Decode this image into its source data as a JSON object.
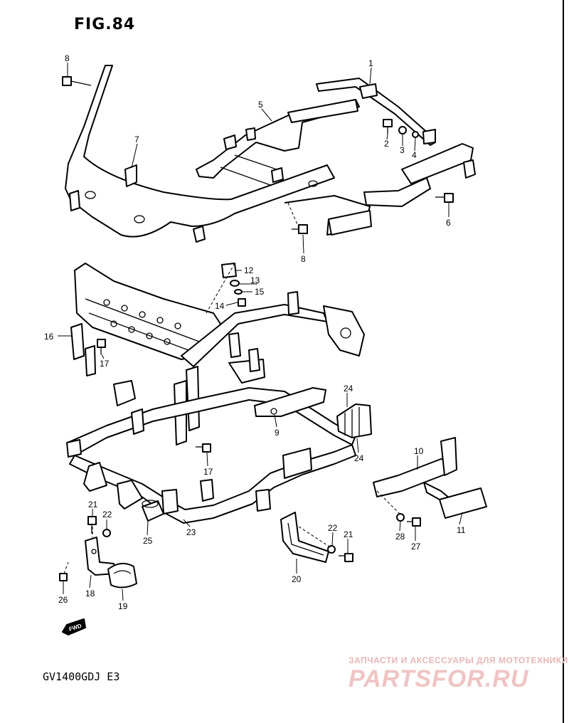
{
  "figure": {
    "title": "FIG.84",
    "model_code": "GV1400GDJ  E3",
    "direction_mark": "FWD"
  },
  "watermark": {
    "tagline": "ЗАПЧАСТИ И АКСЕССУАРЫ ДЛЯ МОТОТЕХНИКИ",
    "logo": "PARTSFOR.RU"
  },
  "callouts": [
    {
      "id": "c8a",
      "label": "8"
    },
    {
      "id": "c1",
      "label": "1"
    },
    {
      "id": "c5",
      "label": "5"
    },
    {
      "id": "c7",
      "label": "7"
    },
    {
      "id": "c2",
      "label": "2"
    },
    {
      "id": "c3",
      "label": "3"
    },
    {
      "id": "c4",
      "label": "4"
    },
    {
      "id": "c6",
      "label": "6"
    },
    {
      "id": "c8b",
      "label": "8"
    },
    {
      "id": "c12",
      "label": "12"
    },
    {
      "id": "c13",
      "label": "13"
    },
    {
      "id": "c15",
      "label": "15"
    },
    {
      "id": "c14",
      "label": "14"
    },
    {
      "id": "c16",
      "label": "16"
    },
    {
      "id": "c17a",
      "label": "17"
    },
    {
      "id": "c24a",
      "label": "24"
    },
    {
      "id": "c9",
      "label": "9"
    },
    {
      "id": "c24b",
      "label": "24"
    },
    {
      "id": "c17b",
      "label": "17"
    },
    {
      "id": "c10",
      "label": "10"
    },
    {
      "id": "c21a",
      "label": "21"
    },
    {
      "id": "c22a",
      "label": "22"
    },
    {
      "id": "c23",
      "label": "23"
    },
    {
      "id": "c25",
      "label": "25"
    },
    {
      "id": "c22b",
      "label": "22"
    },
    {
      "id": "c21b",
      "label": "21"
    },
    {
      "id": "c28",
      "label": "28"
    },
    {
      "id": "c27",
      "label": "27"
    },
    {
      "id": "c11",
      "label": "11"
    },
    {
      "id": "c20",
      "label": "20"
    },
    {
      "id": "c18",
      "label": "18"
    },
    {
      "id": "c26",
      "label": "26"
    },
    {
      "id": "c19",
      "label": "19"
    }
  ]
}
